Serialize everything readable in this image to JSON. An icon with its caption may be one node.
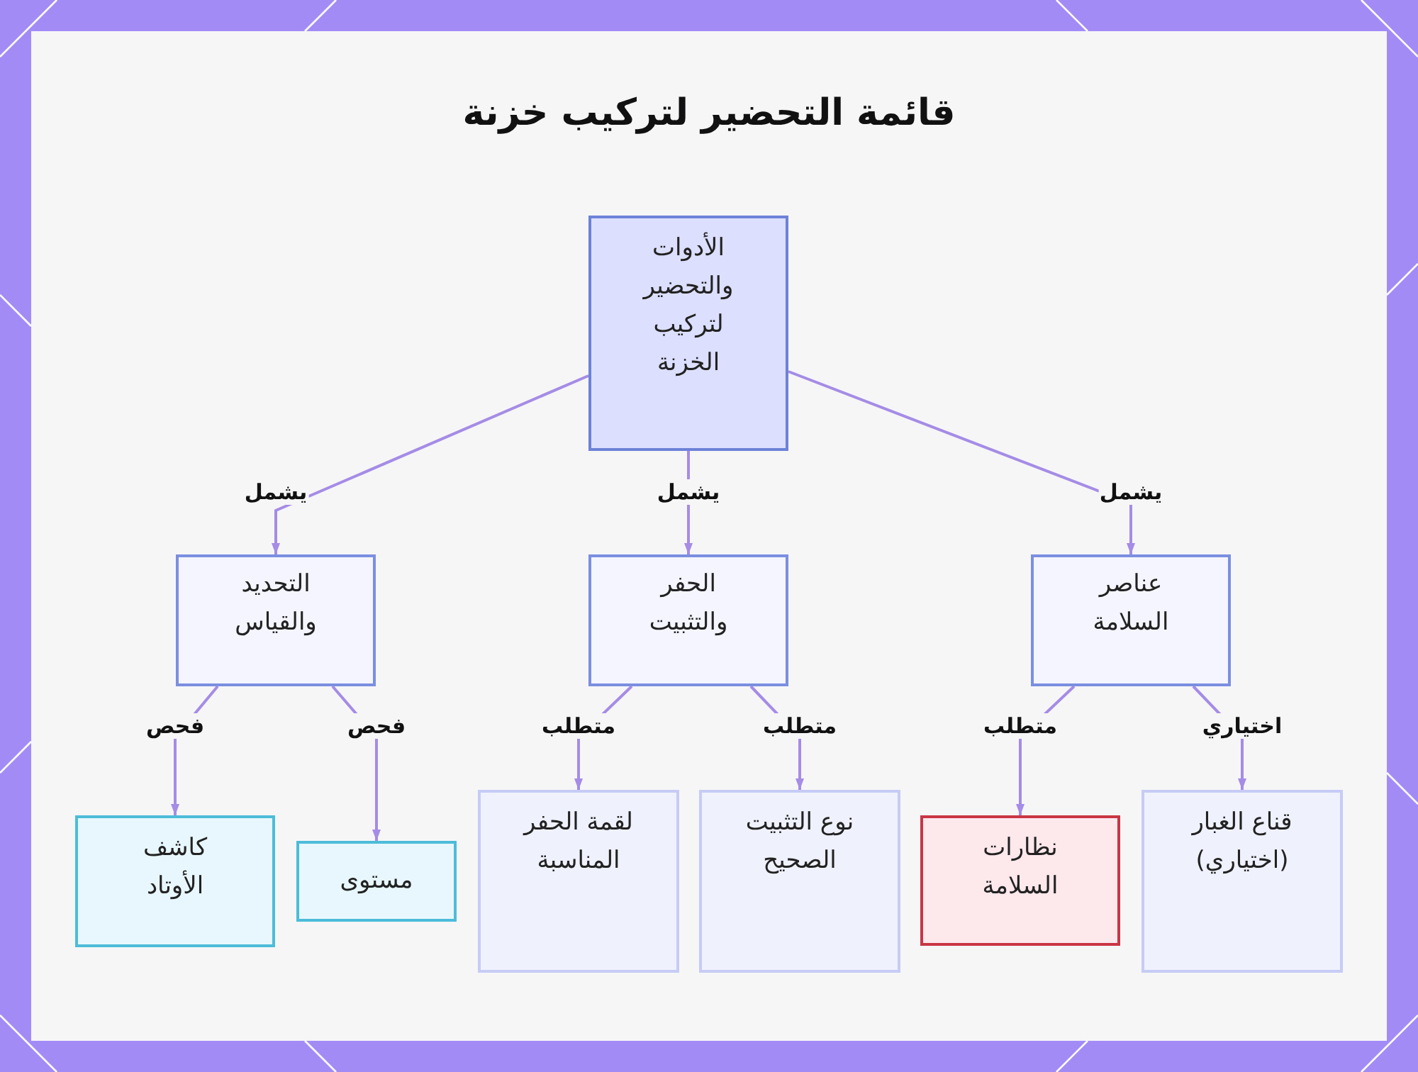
{
  "diagram": {
    "title": "قائمة التحضير لتركيب خزنة",
    "nodes": [
      {
        "text": [
          "الأدوات والتحضير لتركيب الخزنة"
        ]
      },
      {
        "text": [
          "عناصر السلامة"
        ]
      },
      {
        "text": [
          "الحفر والتثبيت"
        ]
      },
      {
        "text": [
          "التحديد والقياس"
        ]
      },
      {
        "text": [
          "قناع الغبار (اختياري)"
        ]
      },
      {
        "text": [
          "نظارات السلامة"
        ]
      },
      {
        "text": [
          "نوع التثبيت الصحيح"
        ]
      },
      {
        "text": [
          "لقمة الحفر المناسبة"
        ]
      },
      {
        "text": [
          "مستوى"
        ]
      },
      {
        "text": [
          "كاشف الأوتاد"
        ]
      }
    ],
    "edges": [
      {
        "from": 0,
        "to": 1,
        "arrow": "to",
        "label": "يشمل"
      },
      {
        "from": 0,
        "to": 2,
        "arrow": "to",
        "label": "يشمل"
      },
      {
        "from": 0,
        "to": 3,
        "arrow": "to",
        "label": "يشمل"
      },
      {
        "from": 1,
        "to": 4,
        "arrow": "to",
        "label": "اختياري"
      },
      {
        "from": 1,
        "to": 5,
        "arrow": "to",
        "label": "متطلب"
      },
      {
        "from": 2,
        "to": 6,
        "arrow": "to",
        "label": "متطلب"
      },
      {
        "from": 2,
        "to": 7,
        "arrow": "to",
        "label": "متطلب"
      },
      {
        "from": 3,
        "to": 8,
        "arrow": "to",
        "label": "فحص"
      },
      {
        "from": 3,
        "to": 9,
        "arrow": "to",
        "label": "فحص"
      }
    ]
  }
}
